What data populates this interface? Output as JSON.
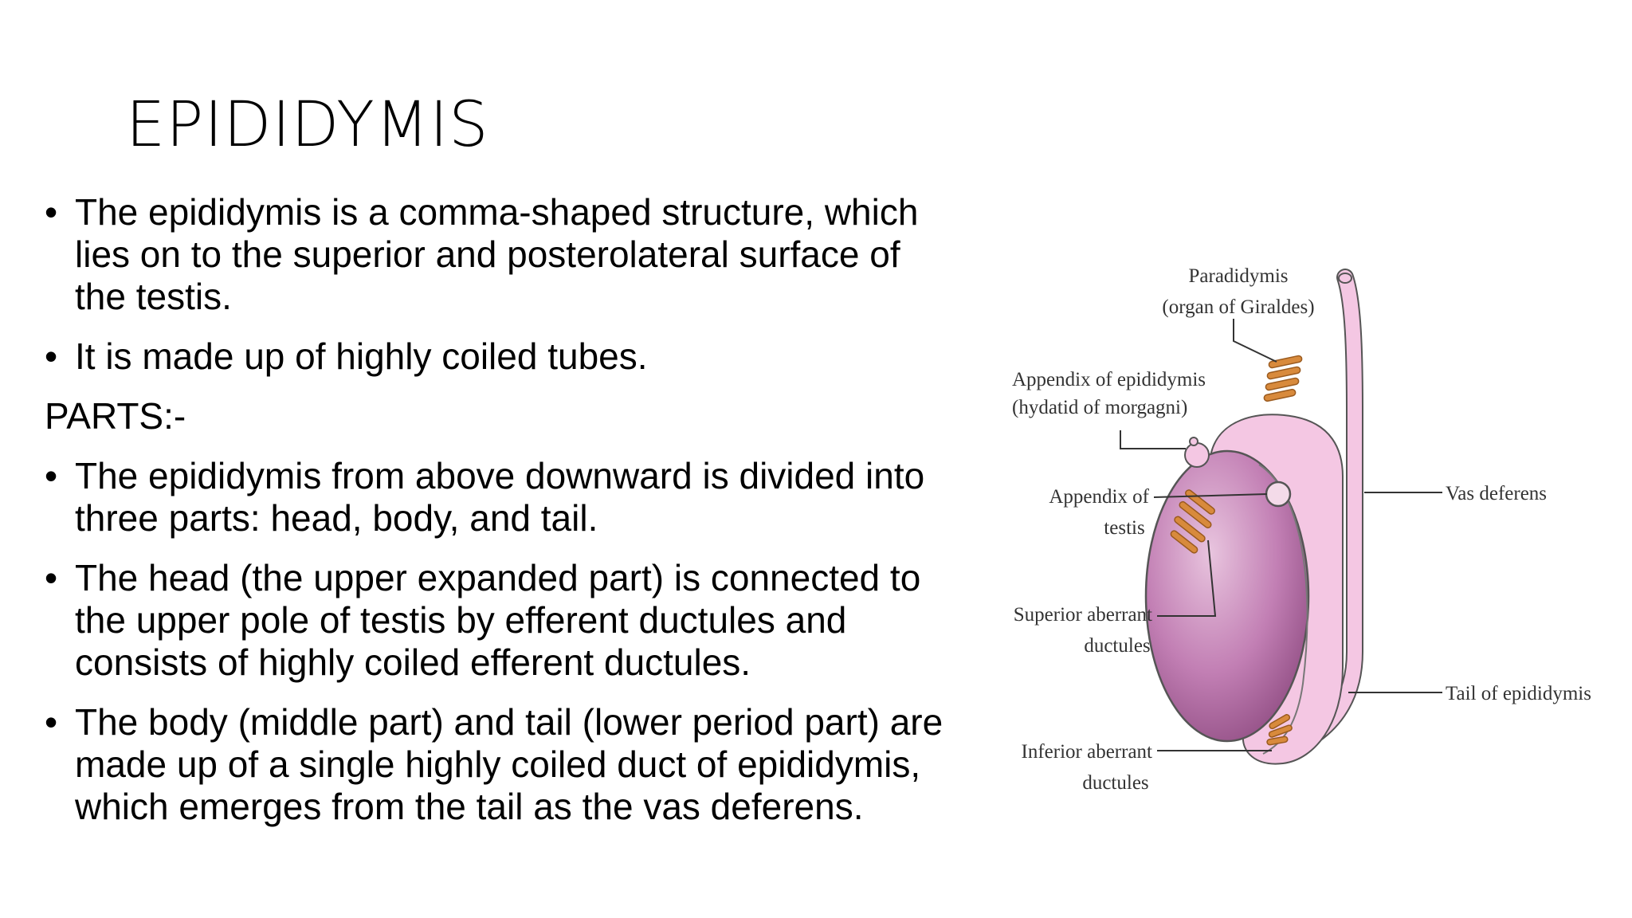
{
  "slide": {
    "title": "EPIDIDYMIS",
    "bullets_top": [
      {
        "text": "The epididymis is a comma-shaped structure, which lies on to the superior and posterolateral surface of the testis."
      },
      {
        "text": "It is made up of highly coiled tubes."
      }
    ],
    "parts_heading": "PARTS:-",
    "bullets_parts": [
      {
        "text": "The epididymis from above downward is divided into three parts: head, body, and tail."
      },
      {
        "text": "The head (the upper expanded part) is connected to the upper pole of testis by efferent ductules and consists of highly coiled efferent ductules."
      },
      {
        "text": "The body (middle part) and tail (lower period part) are made up of a single highly coiled duct of epididymis, which emerges from the tail as the vas deferens."
      }
    ],
    "bullet_glyph": "•"
  },
  "figure": {
    "labels": {
      "paradidymis_1": "Paradidymis",
      "paradidymis_2": "(organ of Giraldes)",
      "appendix_epididymis_1": "Appendix of epididymis",
      "appendix_epididymis_2": "(hydatid of morgagni)",
      "appendix_testis_1": "Appendix of",
      "appendix_testis_2": "testis",
      "superior_aberrant_1": "Superior aberrant",
      "superior_aberrant_2": "ductules",
      "inferior_aberrant_1": "Inferior aberrant",
      "inferior_aberrant_2": "ductules",
      "vas_deferens": "Vas deferens",
      "tail_of_epididymis": "Tail of epididymis"
    },
    "colors": {
      "testis_fill": "#c27fb4",
      "epididymis_fill": "#f4c7e3",
      "ductule_fill": "#d88a3c",
      "outline": "#555555",
      "leader_line": "#333333"
    }
  }
}
